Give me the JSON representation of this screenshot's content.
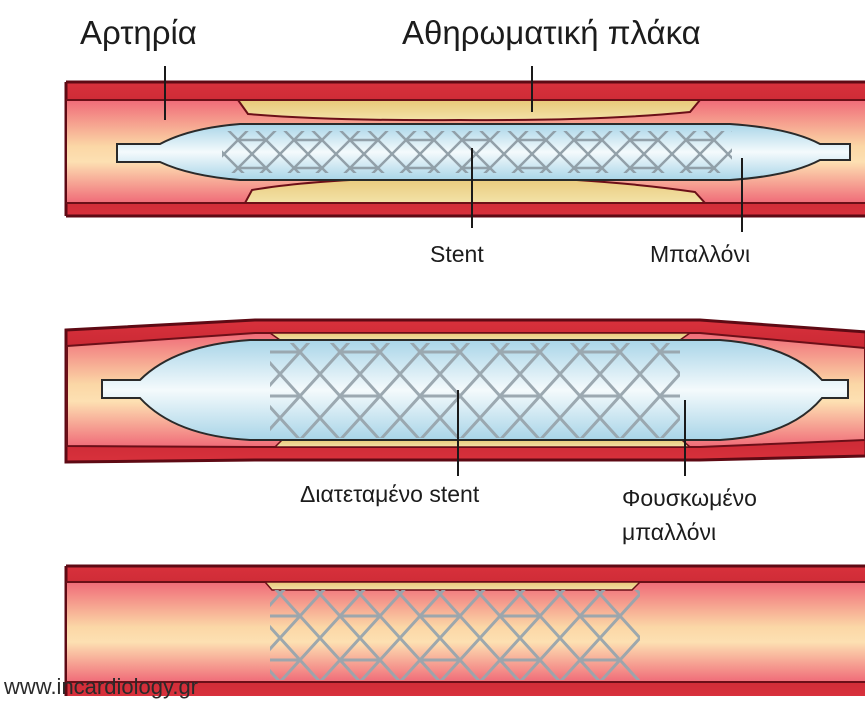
{
  "colors": {
    "artery_wall": "#b8202a",
    "artery_outline": "#5e0a14",
    "lumen": "#f7c9a0",
    "plaque": "#e6cf86",
    "balloon": "#cfe6f0",
    "stent": "#9aa8b0",
    "background": "#ffffff"
  },
  "labels": {
    "artery": "Αρτηρία",
    "plaque": "Αθηρωματική πλάκα",
    "stent": "Stent",
    "balloon": "Μπαλλόνι",
    "expanded_stent": "Διατεταμένο stent",
    "inflated_balloon_line1": "Φουσκωμένο",
    "inflated_balloon_line2": "μπαλλόνι"
  },
  "watermark": "www.incardiology.gr",
  "stages": [
    {
      "name": "stent-on-deflated-balloon",
      "step": 1
    },
    {
      "name": "balloon-inflated-stent-expanded",
      "step": 2
    },
    {
      "name": "stent-left-in-artery",
      "step": 3
    }
  ]
}
